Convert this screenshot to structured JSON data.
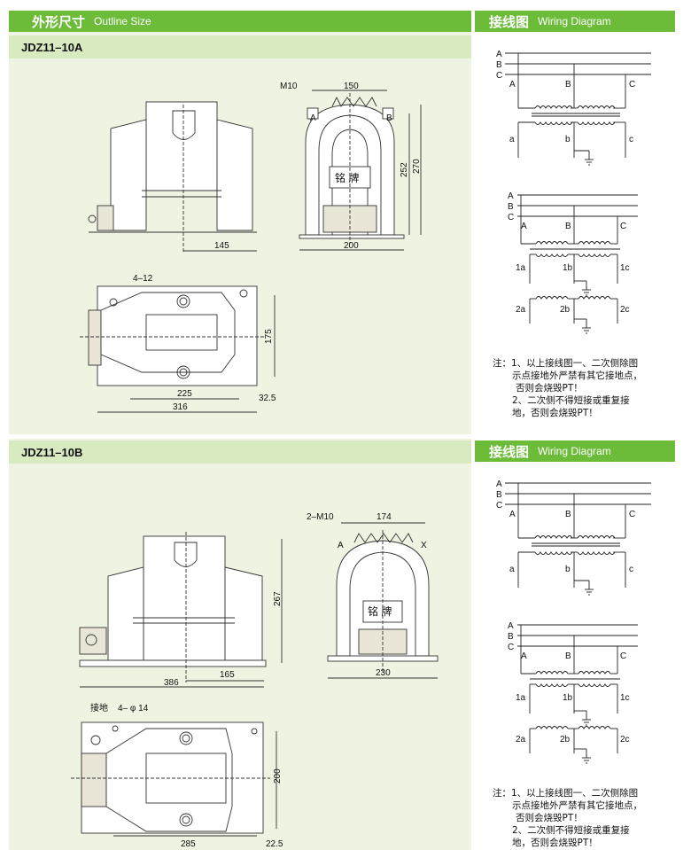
{
  "header": {
    "title_cn": "外形尺寸",
    "title_en": "Outline Size"
  },
  "wiring_header": {
    "title_cn": "接线图",
    "title_en": "Wiring Diagram"
  },
  "model_a": {
    "name": "JDZ11–10A",
    "dims": {
      "side_w": "145",
      "front_top": "150",
      "front_bottom": "200",
      "h252": "252",
      "h270": "270",
      "m": "M10",
      "a": "A",
      "b": "B",
      "plate": "铭 牌",
      "holes": "4–12",
      "d175": "175",
      "d225": "225",
      "d316": "316",
      "d32": "32.5"
    }
  },
  "model_b": {
    "name": "JDZ11–10B",
    "dims": {
      "side_w": "165",
      "side_total": "386",
      "h267": "267",
      "front_top": "174",
      "front_bottom": "230",
      "m": "2–M10",
      "a": "A",
      "x": "X",
      "plate": "铭 牌",
      "ground": "接地",
      "holes": "4– φ 14",
      "d200": "200",
      "d285": "285",
      "d22": "22.5"
    }
  },
  "wiring": {
    "d1": {
      "top": [
        "A",
        "B",
        "C"
      ],
      "prim": [
        "A",
        "B",
        "C"
      ],
      "sec": [
        "a",
        "b",
        "c"
      ]
    },
    "d2": {
      "top": [
        "A",
        "B",
        "C"
      ],
      "prim": [
        "A",
        "B",
        "C"
      ],
      "sec1": [
        "1a",
        "1b",
        "1c"
      ],
      "sec2": [
        "2a",
        "2b",
        "2c"
      ]
    }
  },
  "note": {
    "l1": "注：1、以上接线图一、二次侧除图",
    "l2": "示点接地外严禁有其它接地点，",
    "l3": "否则会烧毁PT！",
    "l4": "2、二次侧不得短接或重复接",
    "l5": "地，否则会烧毁PT！"
  }
}
